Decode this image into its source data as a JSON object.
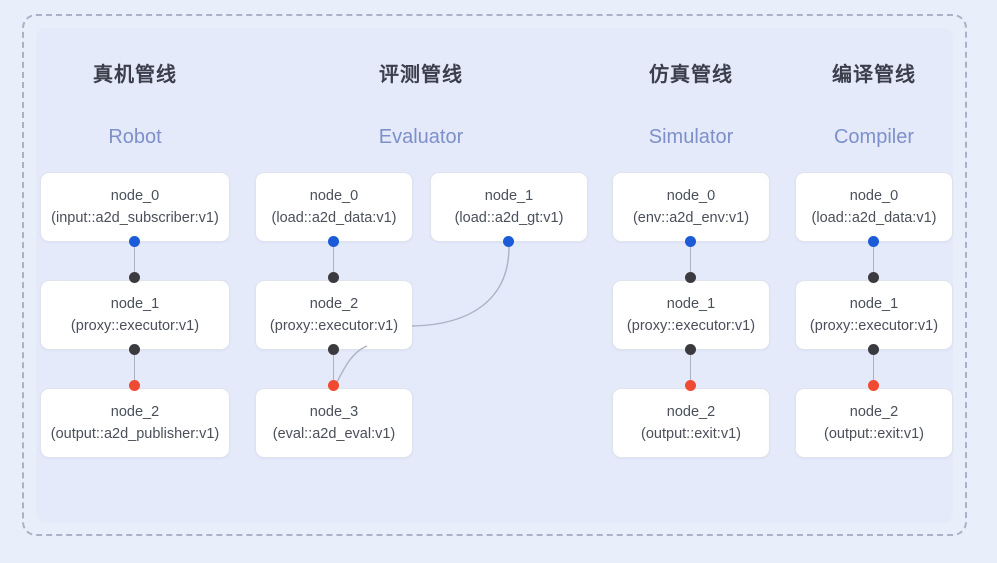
{
  "diagram": {
    "background_color": "#e9eefb",
    "panel_color": "#e5eafb",
    "frame_style": "dashed",
    "frame_color": "#a9b2c6"
  },
  "colors": {
    "port_input": "#1b5bd7",
    "port_mid": "#3b3b3f",
    "port_output": "#f04a32",
    "edge": "#aab2c4",
    "title_cn": "#3a3f4b",
    "title_en": "#7d90c9",
    "node_text": "#4a4f5a"
  },
  "columns": [
    {
      "id": "robot",
      "title_cn": "真机管线",
      "title_en": "Robot",
      "nodes": [
        {
          "name": "node_0",
          "type": "(input::a2d_subscriber:v1)"
        },
        {
          "name": "node_1",
          "type": "(proxy::executor:v1)"
        },
        {
          "name": "node_2",
          "type": "(output::a2d_publisher:v1)"
        }
      ]
    },
    {
      "id": "evaluator",
      "title_cn": "评测管线",
      "title_en": "Evaluator",
      "nodes": [
        {
          "name": "node_0",
          "type": "(load::a2d_data:v1)"
        },
        {
          "name": "node_1",
          "type": "(load::a2d_gt:v1)"
        },
        {
          "name": "node_2",
          "type": "(proxy::executor:v1)"
        },
        {
          "name": "node_3",
          "type": "(eval::a2d_eval:v1)"
        }
      ]
    },
    {
      "id": "simulator",
      "title_cn": "仿真管线",
      "title_en": "Simulator",
      "nodes": [
        {
          "name": "node_0",
          "type": "(env::a2d_env:v1)"
        },
        {
          "name": "node_1",
          "type": "(proxy::executor:v1)"
        },
        {
          "name": "node_2",
          "type": "(output::exit:v1)"
        }
      ]
    },
    {
      "id": "compiler",
      "title_cn": "编译管线",
      "title_en": "Compiler",
      "nodes": [
        {
          "name": "node_0",
          "type": "(load::a2d_data:v1)"
        },
        {
          "name": "node_1",
          "type": "(proxy::executor:v1)"
        },
        {
          "name": "node_2",
          "type": "(output::exit:v1)"
        }
      ]
    }
  ]
}
